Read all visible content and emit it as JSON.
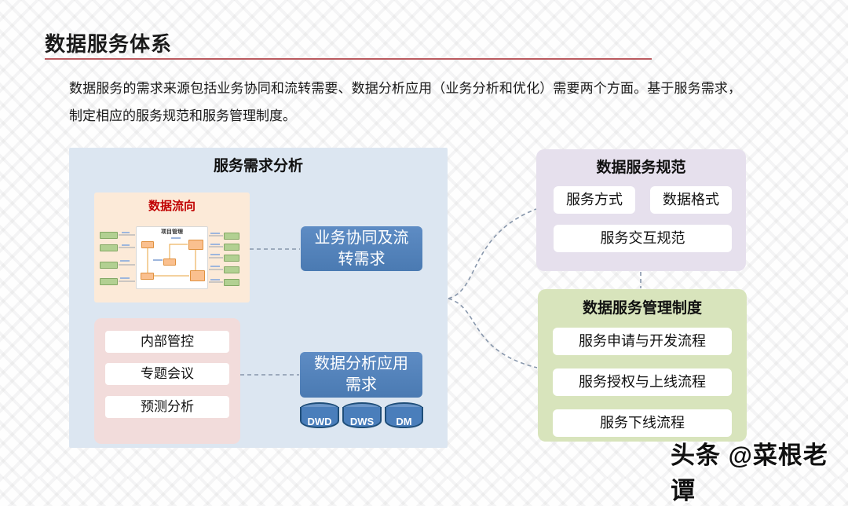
{
  "page": {
    "title": "数据服务体系",
    "description": "数据服务的需求来源包括业务协同和流转需要、数据分析应用（业务分析和优化）需要两个方面。基于服务需求，制定相应的服务规范和服务管理制度。",
    "watermark": "头条 @菜根老谭"
  },
  "colors": {
    "title_rule_red": "#bb5b60",
    "flow_title_red": "#c00000",
    "requirement_blue": "#4f81bd",
    "left_panel_blue": "#dce6f1",
    "data_flow_peach": "#fcead8",
    "sources_pink": "#f2dcdb",
    "spec_purple": "#e6e0ed",
    "mgmt_green": "#d8e4bc",
    "connector_gray": "#8796ab"
  },
  "left_panel": {
    "title": "服务需求分析",
    "data_flow": {
      "title": "数据流向",
      "inner_title": "项目管理"
    },
    "collab_label": "业务协同及流转需求",
    "sources": [
      "内部管控",
      "专题会议",
      "预测分析"
    ],
    "analysis_label": "数据分析应用需求",
    "db_layers": [
      "DWD",
      "DWS",
      "DM"
    ]
  },
  "spec_panel": {
    "title": "数据服务规范",
    "items": [
      "服务方式",
      "数据格式",
      "服务交互规范"
    ]
  },
  "mgmt_panel": {
    "title": "数据服务管理制度",
    "items": [
      "服务申请与开发流程",
      "服务授权与上线流程",
      "服务下线流程"
    ]
  }
}
